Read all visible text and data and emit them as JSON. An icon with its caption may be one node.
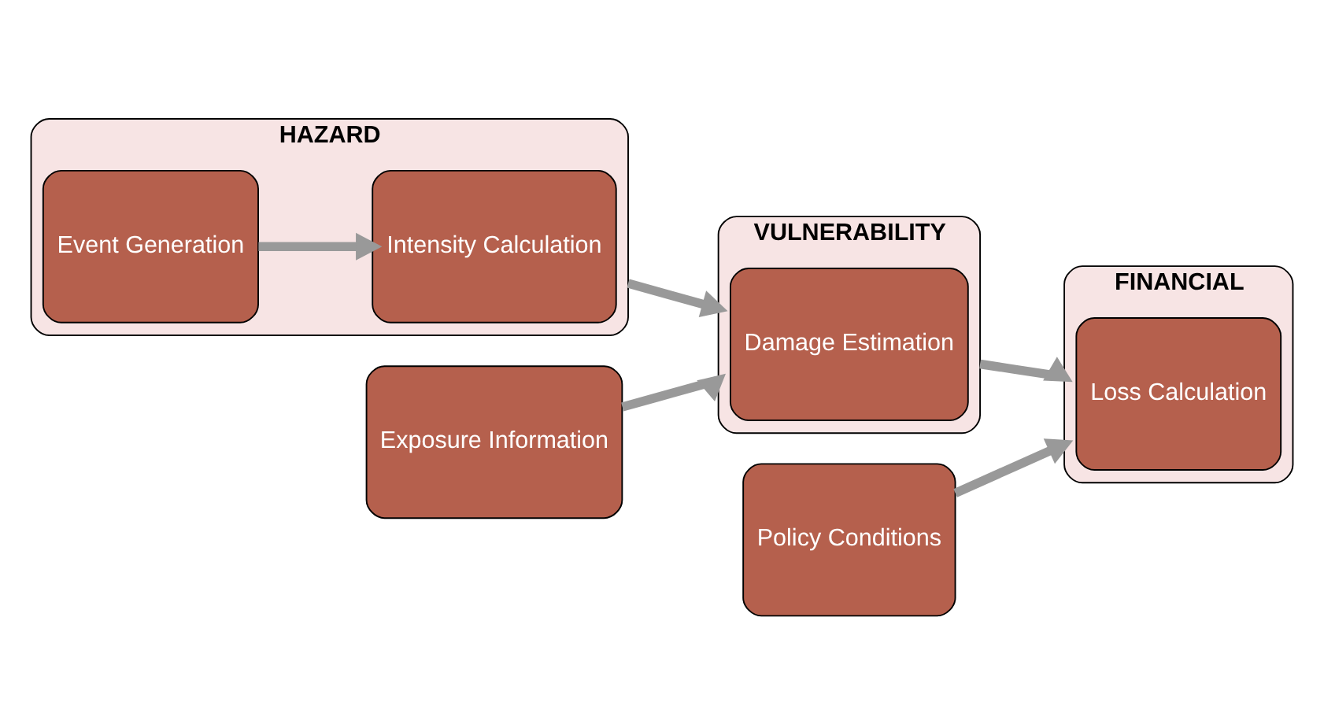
{
  "diagram": {
    "nodes": [
      {
        "text": [
          "HAZARD"
        ]
      },
      {
        "text": [
          "Event Generation"
        ],
        "in": 0
      },
      {
        "text": [
          "Intensity Calculation"
        ],
        "in": 0
      },
      {
        "text": [
          "Exposure Information"
        ]
      },
      {
        "text": [
          "VULNERABILITY"
        ]
      },
      {
        "text": [
          "Damage Estimation"
        ],
        "in": 4
      },
      {
        "text": [
          "Policy Conditions"
        ]
      },
      {
        "text": [
          "FINANCIAL"
        ]
      },
      {
        "text": [
          "Loss Calculation"
        ],
        "in": 7
      }
    ],
    "edges": [
      {
        "from": 1,
        "to": 2,
        "arrow": "to"
      },
      {
        "from": 0,
        "to": 4,
        "arrow": "to"
      },
      {
        "from": 3,
        "to": 4,
        "arrow": "to"
      },
      {
        "from": 4,
        "to": 7,
        "arrow": "to"
      },
      {
        "from": 6,
        "to": 7,
        "arrow": "to"
      }
    ]
  }
}
